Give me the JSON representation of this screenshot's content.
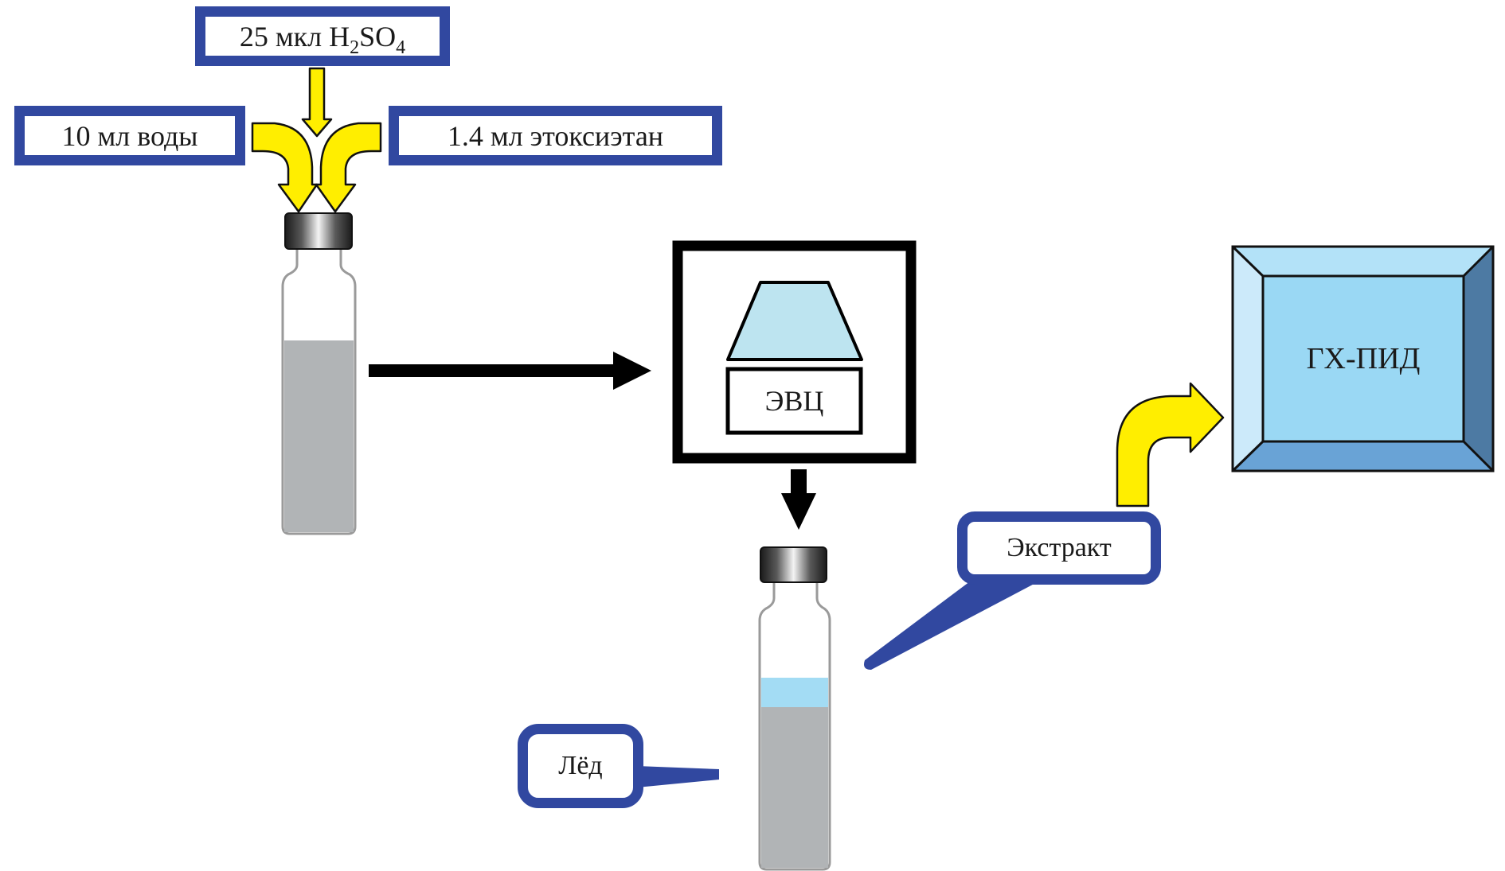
{
  "diagram": {
    "title": "",
    "colors": {
      "label_border": "#3148a0",
      "reagent_arrow": "#ffee00",
      "process_arrow": "#000000",
      "sample_liquid": "#b1b4b6",
      "extract_layer": "#a3dcf4",
      "evc_lid": "#bde4f0",
      "gc_fid_face": "#9ad8f4"
    },
    "reagents": [
      {
        "id": "acid",
        "amount": "25 мкл",
        "formula_parts": [
          "H",
          "2",
          "SO",
          "4"
        ]
      },
      {
        "id": "water",
        "text": "10 мл воды"
      },
      {
        "id": "ether",
        "text": "1.4 мл этоксиэтан"
      }
    ],
    "nodes": {
      "sample_vial": {
        "label": "",
        "liquid_fill": 0.6
      },
      "evc": {
        "label": "ЭВЦ"
      },
      "extract_vial": {
        "label": ""
      },
      "gc_fid": {
        "label": "ГХ-ПИД"
      }
    },
    "callouts": {
      "extract": "Экстракт",
      "ice": "Лёд"
    },
    "edges": [
      {
        "from": "reagents",
        "to": "sample_vial",
        "style": "yellow-arrows"
      },
      {
        "from": "sample_vial",
        "to": "evc",
        "style": "black-arrow"
      },
      {
        "from": "evc",
        "to": "extract_vial",
        "style": "black-arrow"
      },
      {
        "from": "extract_vial",
        "to": "gc_fid",
        "style": "yellow-curved-arrow"
      }
    ]
  }
}
